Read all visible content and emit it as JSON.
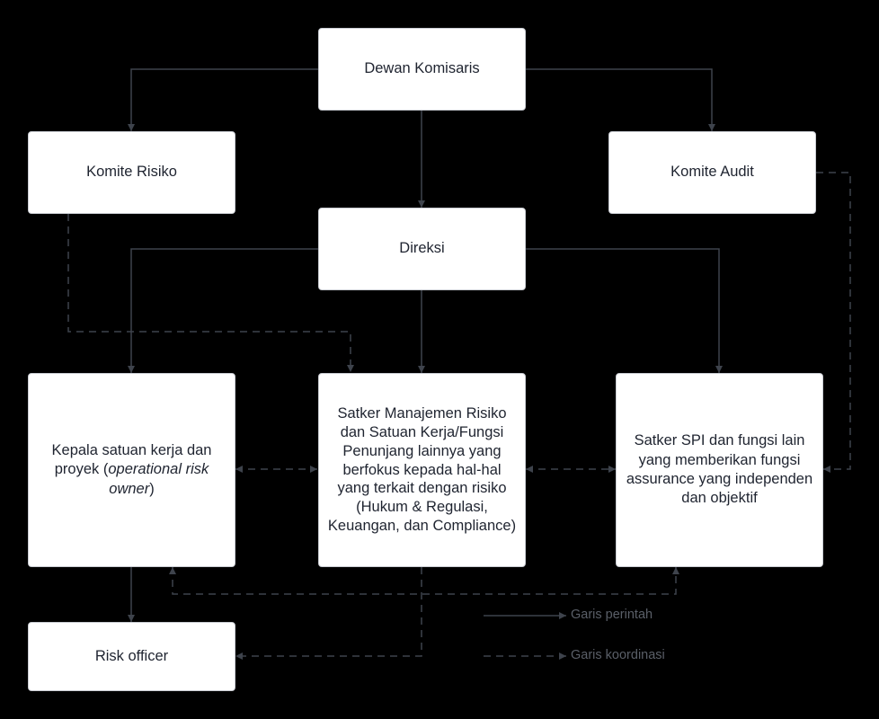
{
  "colors": {
    "background": "#000000",
    "box_fill": "#ffffff",
    "connector": "#3e434c",
    "text": "#1f2430",
    "legend_text": "#5a5f68"
  },
  "nodes": {
    "dewan_komisaris": "Dewan Komisaris",
    "komite_risiko": "Komite Risiko",
    "komite_audit": "Komite Audit",
    "direksi": "Direksi",
    "kepala_satuan": {
      "line1": "Kepala satuan kerja dan",
      "line2_prefix": "proyek (",
      "line2_italic": "operational risk",
      "line3_italic": "owner",
      "line3_suffix": ")"
    },
    "satker_manajemen": [
      "Satker Manajemen Risiko",
      "dan Satuan Kerja/Fungsi",
      "Penunjang lainnya yang",
      "berfokus kepada hal-hal",
      "yang terkait dengan risiko",
      "(Hukum & Regulasi,",
      "Keuangan, dan Compliance)"
    ],
    "satker_spi": [
      "Satker SPI dan fungsi lain",
      "yang memberikan fungsi",
      "assurance yang independen",
      "dan objektif"
    ],
    "risk_officer": "Risk officer"
  },
  "legend": {
    "command_line": "Garis perintah",
    "coordination_line": "Garis koordinasi"
  }
}
